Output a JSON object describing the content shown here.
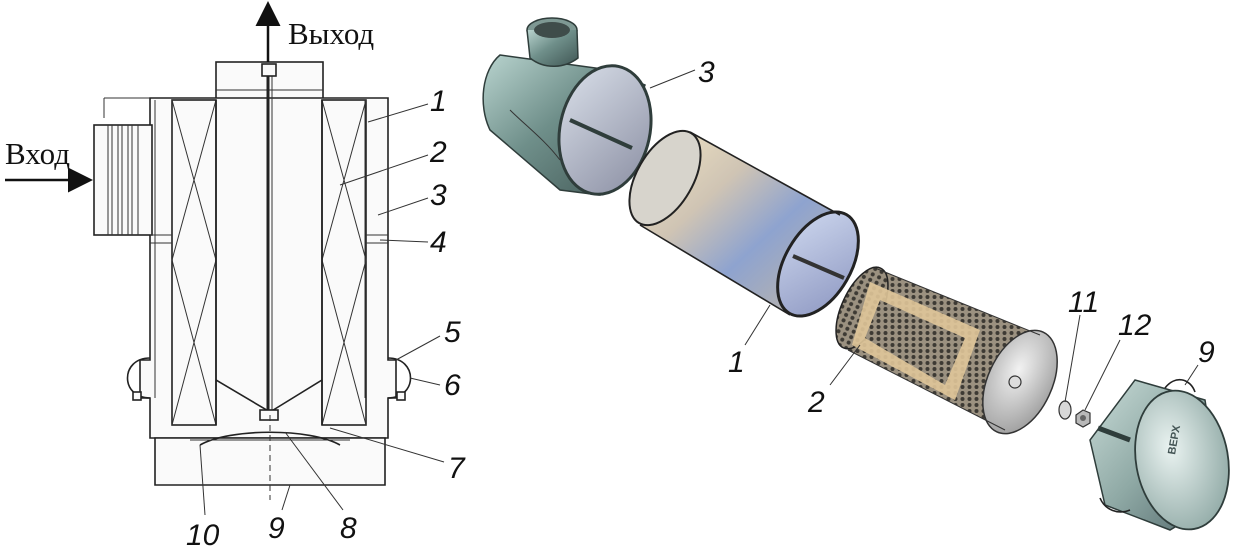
{
  "section_view": {
    "inlet_label": "Вход",
    "outlet_label": "Выход",
    "callouts": {
      "c1": "1",
      "c2": "2",
      "c3": "3",
      "c4": "4",
      "c5": "5",
      "c6": "6",
      "c7": "7",
      "c8": "8",
      "c9": "9",
      "c10": "10"
    }
  },
  "exploded_view": {
    "callouts": {
      "housing": "3",
      "outer_filter": "1",
      "inner_filter": "2",
      "washer": "11",
      "nut": "12",
      "cover": "9"
    },
    "cover_marking": "ВЕРХ"
  }
}
